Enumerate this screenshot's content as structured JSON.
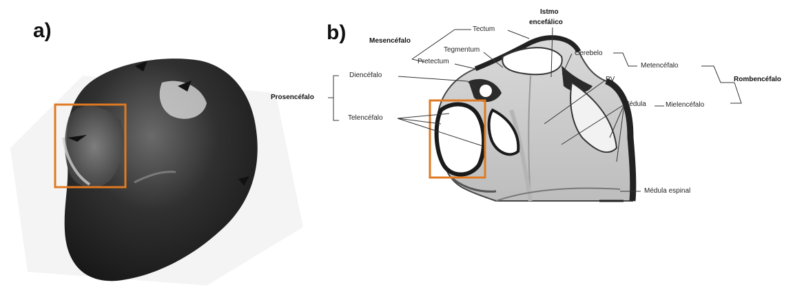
{
  "panel_a": {
    "letter": "a)"
  },
  "panel_b": {
    "letter": "b)",
    "labels": {
      "tectum": "Tectum",
      "istmo_line1": "Istmo",
      "istmo_line2": "encefálico",
      "mesencefalo": "Mesencéfalo",
      "tegmentum": "Tegmentum",
      "pretectum": "Pretectum",
      "diencefalo": "Diencéfalo",
      "prosencefalo": "Prosencéfalo",
      "telencefalo": "Telencéfalo",
      "cerebelo": "Cerebelo",
      "metencefalo": "Metencéfalo",
      "rombencefalo": "Rombencéfalo",
      "pv": "PV",
      "medula": "Médula",
      "mielencefalo": "Mielencéfalo",
      "medula_espinal": "Médula espinal"
    }
  },
  "colors": {
    "highlight_box": "#e07a22"
  }
}
